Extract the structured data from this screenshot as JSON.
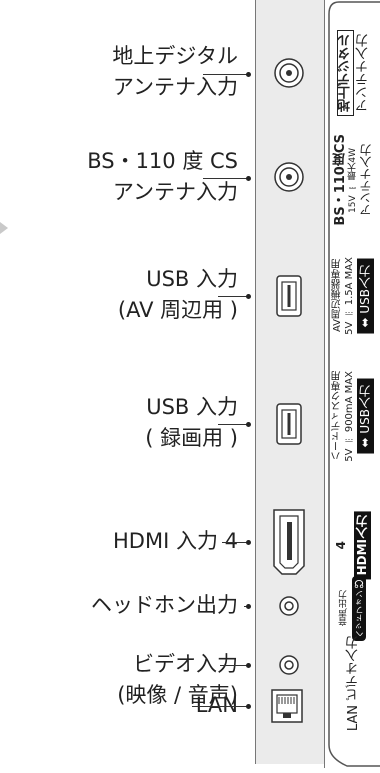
{
  "labels": {
    "terrestrial": [
      "地上デジタル",
      "アンテナ入力"
    ],
    "bs_cs": [
      "BS・110 度 CS",
      "アンテナ入力"
    ],
    "usb_av": [
      "USB 入力",
      "(AV 周辺用 )"
    ],
    "usb_rec": [
      "USB 入力",
      "( 録画用 )"
    ],
    "hdmi": [
      "HDMI 入力 4"
    ],
    "headphone": [
      "ヘッドホン出力"
    ],
    "video": [
      "ビデオ入力",
      "(映像 / 音声)"
    ],
    "lan": [
      "LAN"
    ]
  },
  "side": {
    "terrestrial": "地上デジタル",
    "terrestrial_sub": "アンテナ入力",
    "bs_title": "BS・110度CS",
    "bs_power": "15V ⎓ 最大4W",
    "bs_sub": "アンテナ入力",
    "usb_av_note1": "AV周辺機器専用",
    "usb_av_note2": "5V ⎓ 1.5A MAX",
    "usb_av_label": "⬌ USB入力",
    "usb_rec_note1": "ハードディスク専用",
    "usb_rec_note2": "5V ⎓ 900mA MAX",
    "usb_rec_label": "⬌ USB入力",
    "hdmi_num": "4",
    "hdmi_label": "HDMI入力",
    "audio_out": "音声出力",
    "headphone_small": "ヘッドフォン",
    "video_label": "ビデオ入力",
    "lan_label": "LAN"
  }
}
